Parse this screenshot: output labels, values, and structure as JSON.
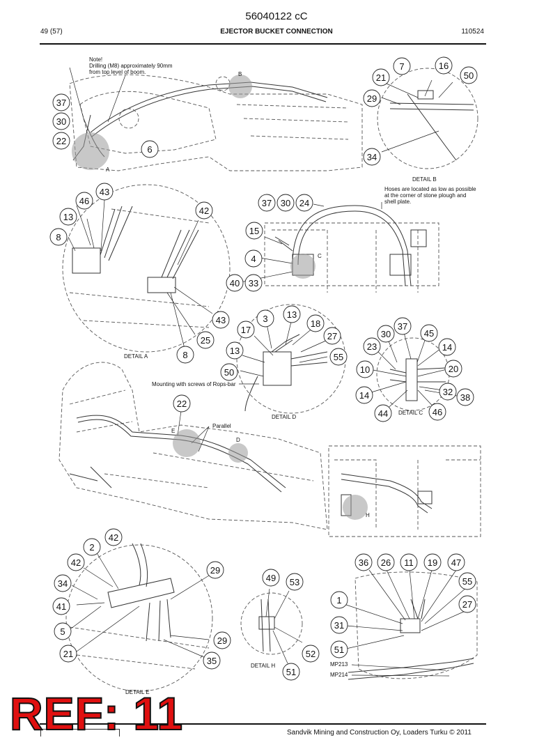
{
  "header": {
    "code": "56040122 cC",
    "page": "49 (57)",
    "title": "EJECTOR BUCKET CONNECTION",
    "ref_code": "110524"
  },
  "notes": {
    "drilling_1": "Note!",
    "drilling_2": "Drilling (M8) approximately 90mm",
    "drilling_3": "from top level of boom.",
    "hoses_1": "Hoses are located as low as possible",
    "hoses_2": "at the corner of stone plough and",
    "hoses_3": "shell plate.",
    "mounting": "Mounting with screws of Rops-bar",
    "parallel": "Parallel",
    "mp213": "MP213",
    "mp214": "MP214"
  },
  "detail_labels": {
    "a": "DETAIL A",
    "b": "DETAIL B",
    "c": "DETAIL C",
    "d": "DETAIL D",
    "e": "DETAIL E",
    "h": "DETAIL H"
  },
  "spot_letters": {
    "a": "A",
    "b": "B",
    "c": "C",
    "d": "D",
    "e": "E",
    "h": "H"
  },
  "callouts": [
    {
      "n": "37"
    },
    {
      "n": "30"
    },
    {
      "n": "22"
    },
    {
      "n": "6"
    },
    {
      "n": "7"
    },
    {
      "n": "16"
    },
    {
      "n": "21"
    },
    {
      "n": "50"
    },
    {
      "n": "29"
    },
    {
      "n": "34"
    },
    {
      "n": "43"
    },
    {
      "n": "46"
    },
    {
      "n": "13"
    },
    {
      "n": "8"
    },
    {
      "n": "42"
    },
    {
      "n": "43"
    },
    {
      "n": "25"
    },
    {
      "n": "8"
    },
    {
      "n": "37"
    },
    {
      "n": "30"
    },
    {
      "n": "24"
    },
    {
      "n": "15"
    },
    {
      "n": "4"
    },
    {
      "n": "40"
    },
    {
      "n": "33"
    },
    {
      "n": "3"
    },
    {
      "n": "13"
    },
    {
      "n": "18"
    },
    {
      "n": "17"
    },
    {
      "n": "27"
    },
    {
      "n": "13"
    },
    {
      "n": "55"
    },
    {
      "n": "50"
    },
    {
      "n": "37"
    },
    {
      "n": "30"
    },
    {
      "n": "45"
    },
    {
      "n": "23"
    },
    {
      "n": "14"
    },
    {
      "n": "10"
    },
    {
      "n": "20"
    },
    {
      "n": "32"
    },
    {
      "n": "14"
    },
    {
      "n": "38"
    },
    {
      "n": "44"
    },
    {
      "n": "46"
    },
    {
      "n": "22"
    },
    {
      "n": "42"
    },
    {
      "n": "2"
    },
    {
      "n": "42"
    },
    {
      "n": "29"
    },
    {
      "n": "34"
    },
    {
      "n": "41"
    },
    {
      "n": "5"
    },
    {
      "n": "29"
    },
    {
      "n": "21"
    },
    {
      "n": "35"
    },
    {
      "n": "49"
    },
    {
      "n": "53"
    },
    {
      "n": "52"
    },
    {
      "n": "51"
    },
    {
      "n": "36"
    },
    {
      "n": "26"
    },
    {
      "n": "11"
    },
    {
      "n": "19"
    },
    {
      "n": "47"
    },
    {
      "n": "55"
    },
    {
      "n": "1"
    },
    {
      "n": "27"
    },
    {
      "n": "31"
    },
    {
      "n": "51"
    }
  ],
  "overlay": {
    "ref": "REF: 11"
  },
  "footer": {
    "text": "Sandvik Mining and Construction Oy, Loaders Turku © 2011"
  }
}
